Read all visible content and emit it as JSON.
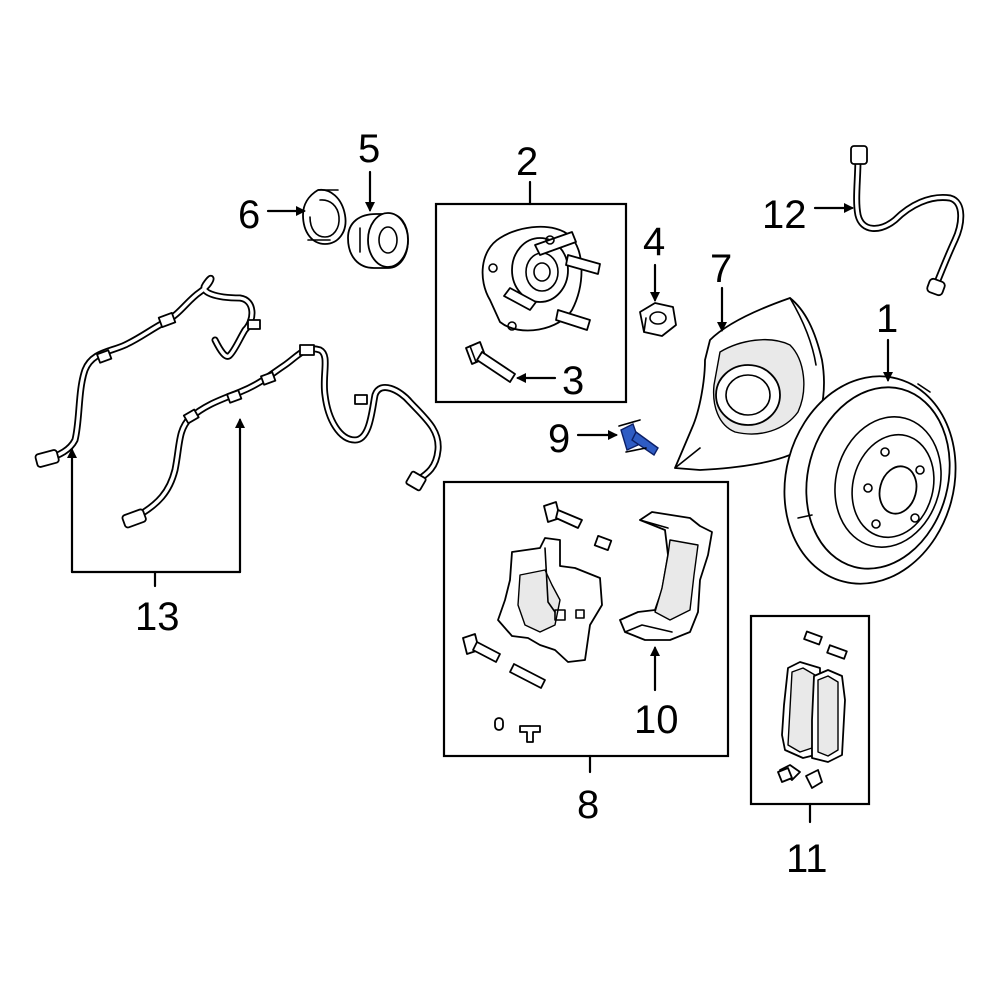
{
  "diagram": {
    "callouts": {
      "c1": "1",
      "c2": "2",
      "c3": "3",
      "c4": "4",
      "c5": "5",
      "c6": "6",
      "c7": "7",
      "c8": "8",
      "c9": "9",
      "c10": "10",
      "c11": "11",
      "c12": "12",
      "c13": "13"
    },
    "highlighted_part": "9",
    "colors": {
      "highlight": "#2f5cc4",
      "line": "#000000",
      "background": "#ffffff"
    }
  }
}
